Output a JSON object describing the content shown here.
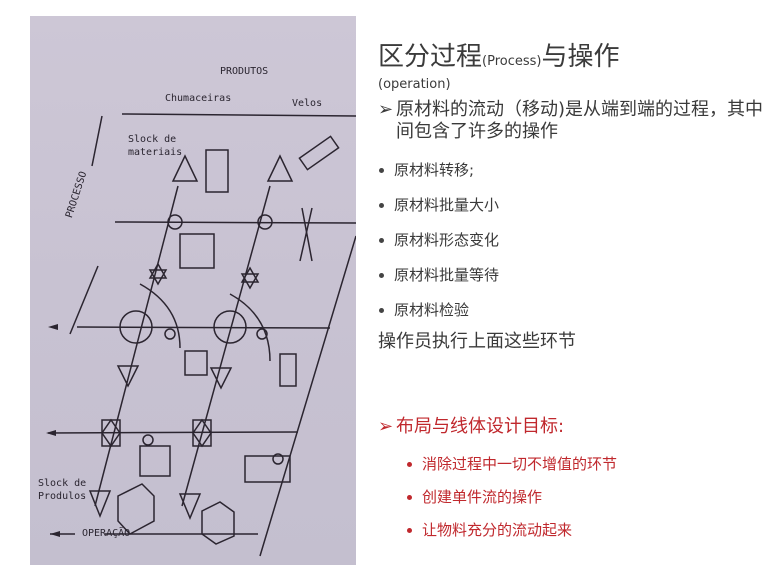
{
  "figure": {
    "header": "PRODUTOS",
    "columns": [
      "Chumaceiras",
      "Velos"
    ],
    "stock_materials_label": [
      "Slock de",
      "materiais"
    ],
    "stock_products_label": [
      "Slock de",
      "Produlos"
    ],
    "process_axis_label": "PROCESSO",
    "operation_axis_label": "OPERAÇÃO"
  },
  "slide": {
    "title_part1": "区分过程",
    "title_en1": "(Process)",
    "title_part2": "与操作",
    "subtitle": "(operation)",
    "arrow_bullet_symbol": "➢",
    "flow_description": "原材料的流动（移动)是从端到端的过程，其中间包含了许多的操作",
    "bullets": [
      "原材料转移;",
      "原材料批量大小",
      "原材料形态变化",
      "原材料批量等待",
      "原材料检验"
    ],
    "operator_statement": "操作员执行上面这些环节",
    "goal_heading": "布局与线体设计目标:",
    "goals": [
      "消除过程中一切不增值的环节",
      "创建单件流的操作",
      "让物料充分的流动起来"
    ]
  },
  "colors": {
    "text_gray": "#3a3a3a",
    "accent_red": "#c0282d",
    "photo_bg": "#c9c3d3"
  }
}
